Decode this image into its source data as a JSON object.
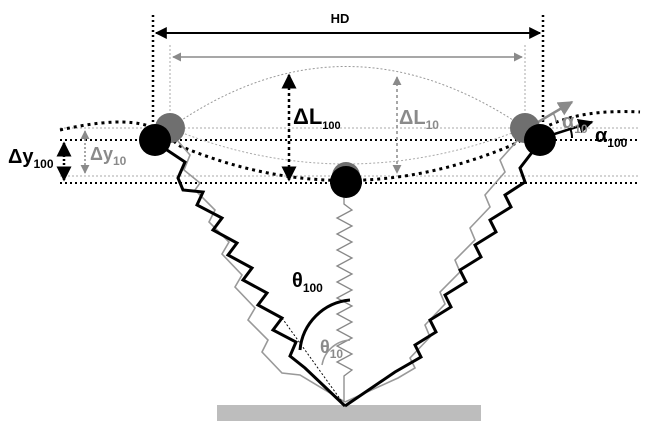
{
  "labels": {
    "hd": "HD",
    "dl100": {
      "sym": "ΔL",
      "sub": "100"
    },
    "dl10": {
      "sym": "ΔL",
      "sub": "10"
    },
    "dy100": {
      "sym": "Δy",
      "sub": "100"
    },
    "dy10": {
      "sym": "Δy",
      "sub": "10"
    },
    "alpha10": {
      "sym": "α",
      "sub": "10"
    },
    "alpha100": {
      "sym": "α",
      "sub": "100"
    },
    "theta100": {
      "sym": "θ",
      "sub": "100"
    },
    "theta10": {
      "sym": "θ",
      "sub": "10"
    }
  },
  "colors": {
    "primary": "#000000",
    "secondary": "#8a8a8a",
    "node_gray": "#6f6f6f",
    "ground": "#bdbdbd"
  }
}
